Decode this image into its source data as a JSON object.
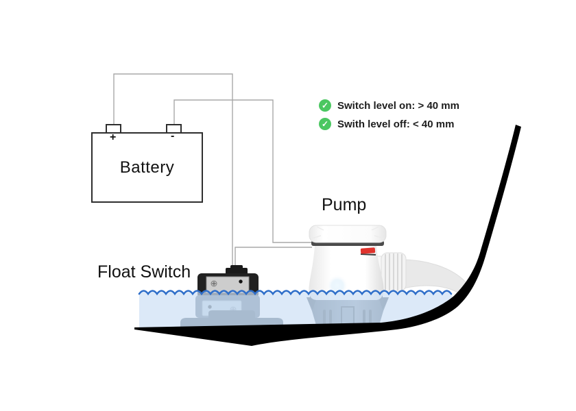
{
  "battery": {
    "label": "Battery",
    "positive": "+",
    "negative": "-"
  },
  "pump": {
    "label": "Pump"
  },
  "float_switch": {
    "label": "Float Switch"
  },
  "checklist": {
    "items": [
      {
        "icon": "check-circle-icon",
        "glyph": "✓",
        "label": "Switch level on: > 40 mm"
      },
      {
        "icon": "check-circle-icon",
        "glyph": "✓",
        "label": "Swith level off: < 40 mm"
      }
    ]
  },
  "colors": {
    "check_green": "#4bc761",
    "water_line_blue": "#2e6ec9",
    "water_fill_blue": "#cfe1f5",
    "hull_black": "#000000",
    "wire_gray": "#a8a8a8",
    "pump_base_slate": "#5e7488",
    "float_switch_body": "#1f1f1f",
    "float_switch_slate": "#5a7084",
    "red_switch": "#e0332d"
  }
}
